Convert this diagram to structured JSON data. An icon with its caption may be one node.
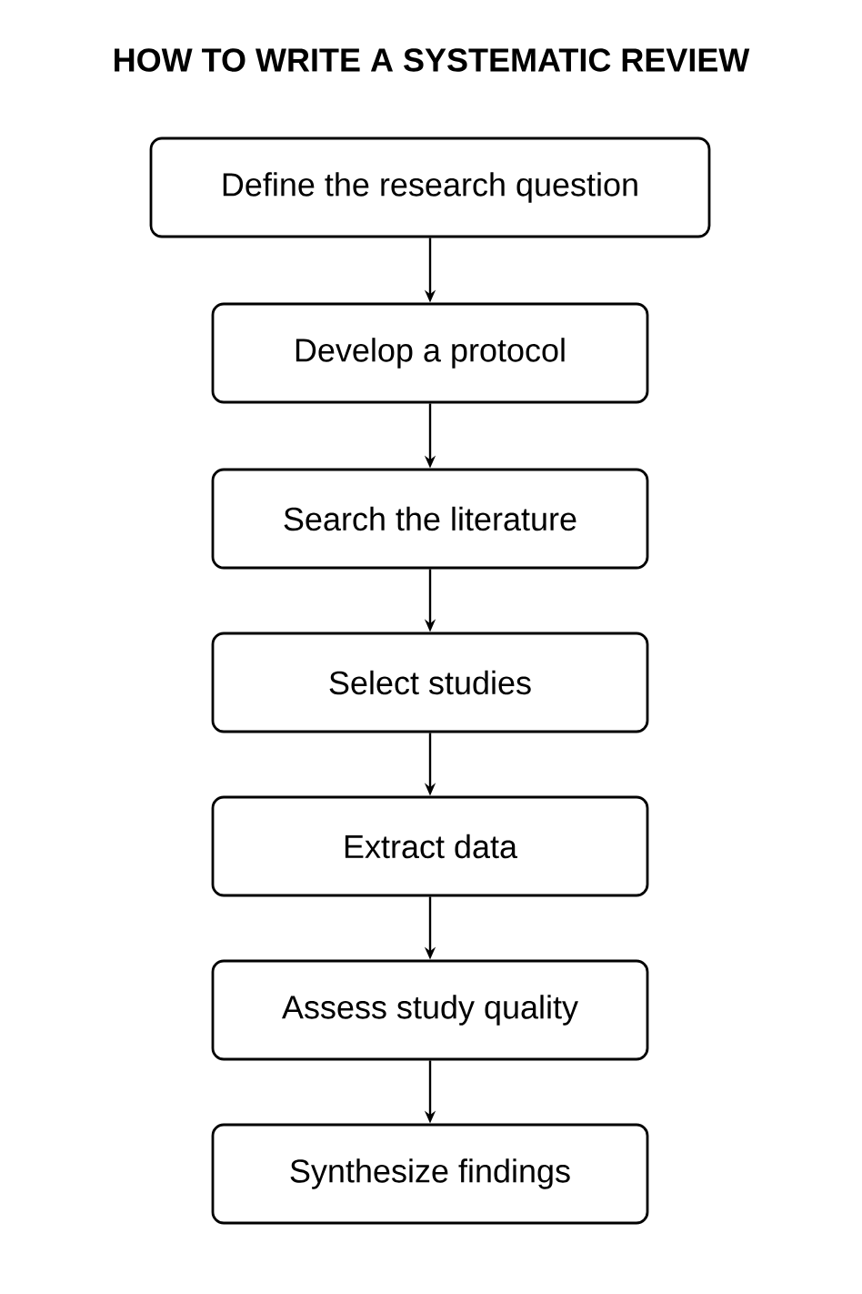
{
  "diagram": {
    "title": "HOW TO WRITE A SYSTEMATIC REVIEW",
    "nodes": [
      {
        "text": [
          "Define the research question"
        ]
      },
      {
        "text": [
          "Develop a protocol"
        ]
      },
      {
        "text": [
          "Search the literature"
        ]
      },
      {
        "text": [
          "Select studies"
        ]
      },
      {
        "text": [
          "Extract data"
        ]
      },
      {
        "text": [
          "Assess study quality"
        ]
      },
      {
        "text": [
          "Synthesize findings"
        ]
      }
    ],
    "edges": [
      {
        "from": 0,
        "to": 1,
        "arrow": "to"
      },
      {
        "from": 1,
        "to": 2,
        "arrow": "to"
      },
      {
        "from": 2,
        "to": 3,
        "arrow": "to"
      },
      {
        "from": 3,
        "to": 4,
        "arrow": "to"
      },
      {
        "from": 4,
        "to": 5,
        "arrow": "to"
      },
      {
        "from": 5,
        "to": 6,
        "arrow": "to"
      }
    ]
  }
}
